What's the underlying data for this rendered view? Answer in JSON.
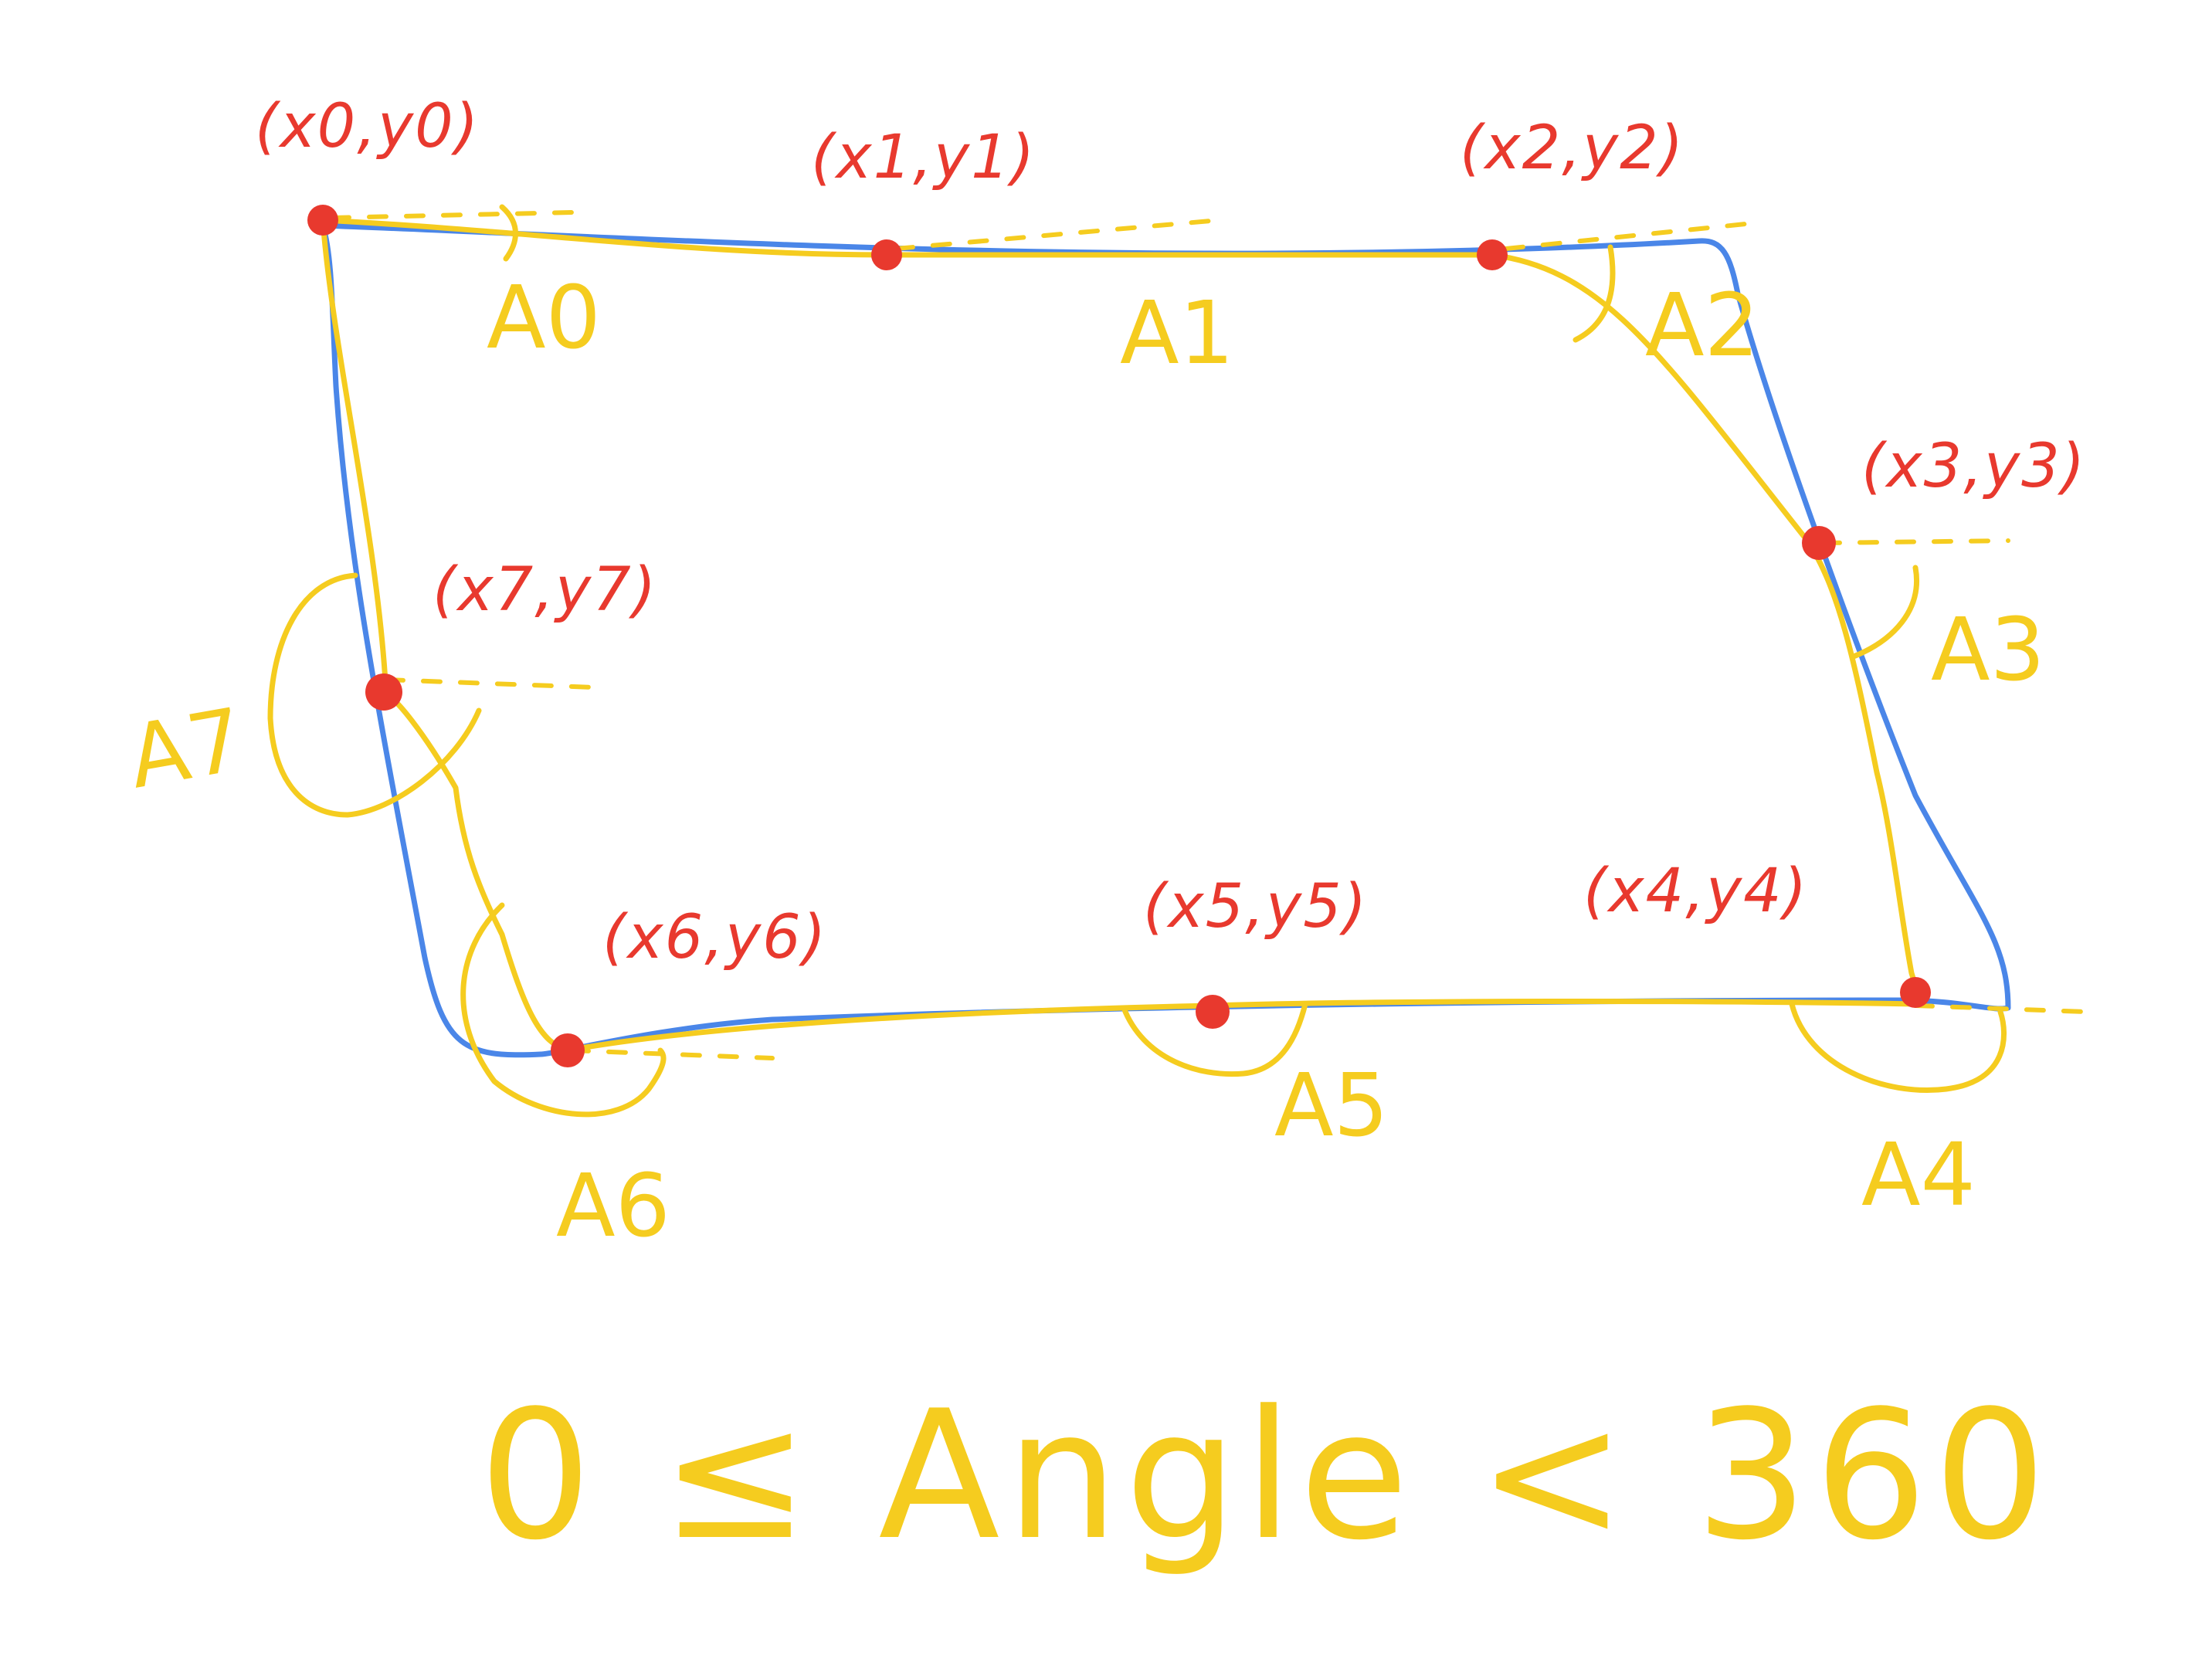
{
  "colors": {
    "background": "#ffffff",
    "shape_outline": "#4a86e8",
    "construction": "#f5cc1f",
    "vertex_and_coords": "#e8392e"
  },
  "vertices": [
    {
      "coord_label": "(x0,y0)",
      "angle_label": "A0"
    },
    {
      "coord_label": "(x1,y1)",
      "angle_label": "A1"
    },
    {
      "coord_label": "(x2,y2)",
      "angle_label": "A2"
    },
    {
      "coord_label": "(x3,y3)",
      "angle_label": "A3"
    },
    {
      "coord_label": "(x4,y4)",
      "angle_label": "A4"
    },
    {
      "coord_label": "(x5,y5)",
      "angle_label": "A5"
    },
    {
      "coord_label": "(x6,y6)",
      "angle_label": "A6"
    },
    {
      "coord_label": "(x7,y7)",
      "angle_label": "A7"
    }
  ],
  "constraint": {
    "text": "0 ≤ Angle < 360"
  }
}
